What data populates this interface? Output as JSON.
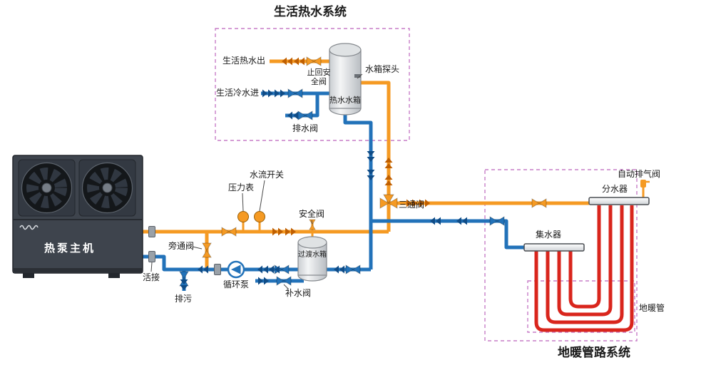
{
  "titles": {
    "hot_water_system": "生活热水系统",
    "floor_heating_system": "地暖管路系统"
  },
  "heat_pump": {
    "label": "热泵主机"
  },
  "hot_water_box": {
    "hot_out": "生活热水出",
    "check_safety_valve": "止回安全阀",
    "tank_probe": "水箱探头",
    "tank": "热水水箱",
    "cold_in": "生活冷水进",
    "drain_valve": "排水阀"
  },
  "circuit": {
    "pressure_gauge": "压力表",
    "flow_switch": "水流开关",
    "bypass_valve": "旁通阀",
    "union": "活接",
    "blowdown": "排污",
    "circulation_pump": "循环泵",
    "safety_valve": "安全阀",
    "transition_tank": "过渡水箱",
    "makeup_valve": "补水阀",
    "three_way_valve": "三通阀"
  },
  "floor_box": {
    "auto_vent_valve": "自动排气阀",
    "distributor": "分水器",
    "collector": "集水器",
    "floor_pipe": "地暖管"
  },
  "colors": {
    "hot": "#F59A23",
    "hot_ink": "#C05F00",
    "cold": "#2272B9",
    "cold_ink": "#0F4C87",
    "coil": "#D9251C",
    "boxline": "#C77DC7",
    "text": "#1A1A1A"
  }
}
